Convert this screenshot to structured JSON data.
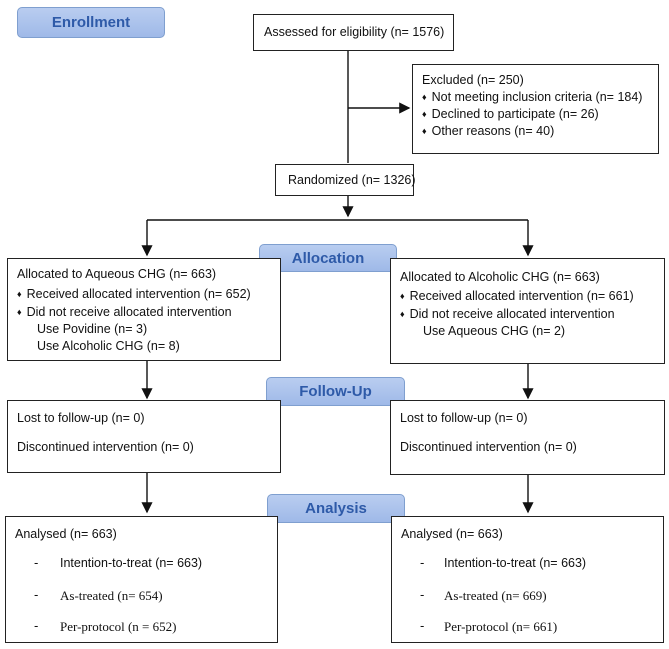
{
  "stages": {
    "enrollment": "Enrollment",
    "allocation": "Allocation",
    "followup": "Follow-Up",
    "analysis": "Analysis"
  },
  "assessed": "Assessed for eligibility (n= 1576)",
  "excluded": {
    "title": "Excluded (n= 250)",
    "items": [
      "Not meeting inclusion criteria (n= 184)",
      "Declined to participate (n= 26)",
      "Other reasons (n= 40)"
    ]
  },
  "randomized": "Randomized (n= 1326)",
  "left": {
    "allocation": {
      "title": "Allocated to Aqueous CHG (n= 663)",
      "received": "Received allocated intervention (n= 652)",
      "not_received": "Did not receive allocated intervention",
      "sub": [
        "Use Povidine (n= 3)",
        "Use Alcoholic CHG (n= 8)"
      ]
    },
    "followup": {
      "lost": "Lost to follow-up (n= 0)",
      "discontinued": "Discontinued intervention (n= 0)"
    },
    "analysis": {
      "title": "Analysed (n= 663)",
      "itt": "Intention-to-treat (n= 663)",
      "as_treated": "As-treated (n= 654)",
      "per_protocol": "Per-protocol (n = 652)"
    }
  },
  "right": {
    "allocation": {
      "title": "Allocated to Alcoholic CHG (n= 663)",
      "received": "Received allocated intervention (n= 661)",
      "not_received": "Did not receive allocated intervention",
      "sub": [
        "Use Aqueous CHG (n= 2)"
      ]
    },
    "followup": {
      "lost": "Lost to follow-up (n= 0)",
      "discontinued": "Discontinued intervention (n= 0)"
    },
    "analysis": {
      "title": "Analysed (n= 663)",
      "itt": "Intention-to-treat (n= 663)",
      "as_treated": "As-treated (n= 669)",
      "per_protocol": "Per-protocol (n= 661)"
    }
  },
  "dash_char": "-"
}
